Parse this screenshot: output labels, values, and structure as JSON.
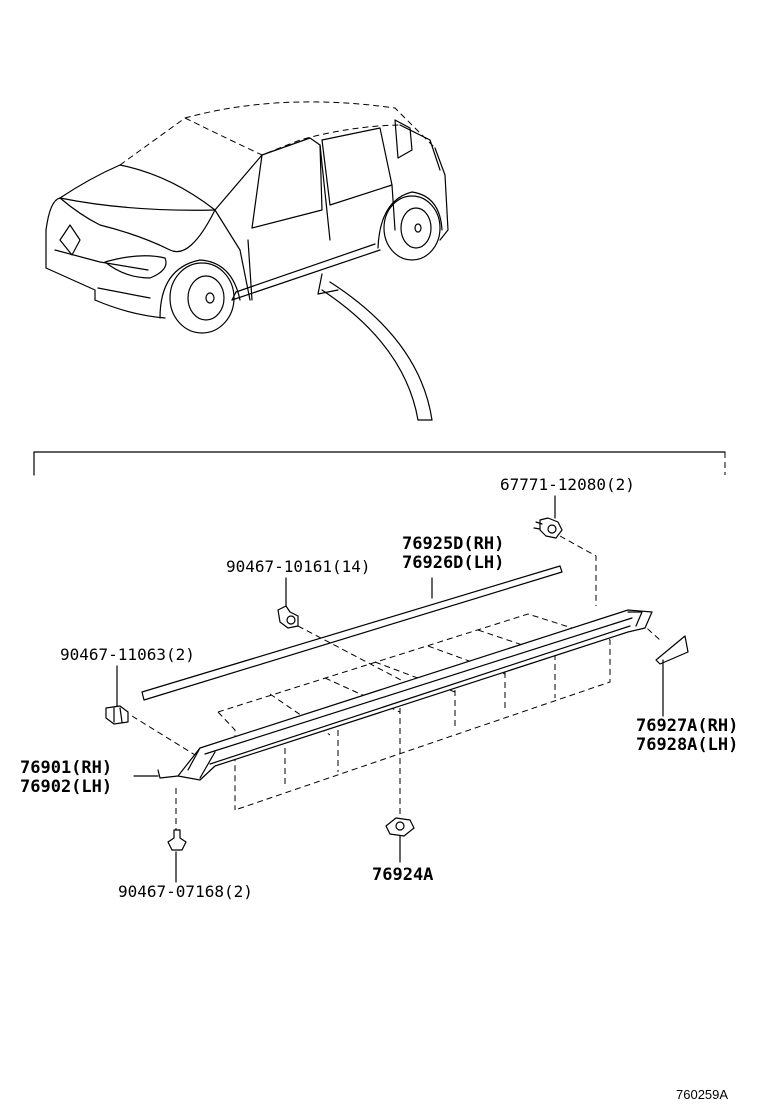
{
  "labels": {
    "clip_67771": "67771-12080(2)",
    "moulding_rh": "76925D(RH)",
    "moulding_lh": "76926D(LH)",
    "clip_90467_10161": "90467-10161(14)",
    "clip_90467_11063": "90467-11063(2)",
    "garnish_rh": "76901(RH)",
    "garnish_lh": "76902(LH)",
    "cover_rh": "76927A(RH)",
    "cover_lh": "76928A(LH)",
    "clip_76924A": "76924A",
    "clip_90467_07168": "90467-07168(2)",
    "diagram_ref": "760259A"
  }
}
